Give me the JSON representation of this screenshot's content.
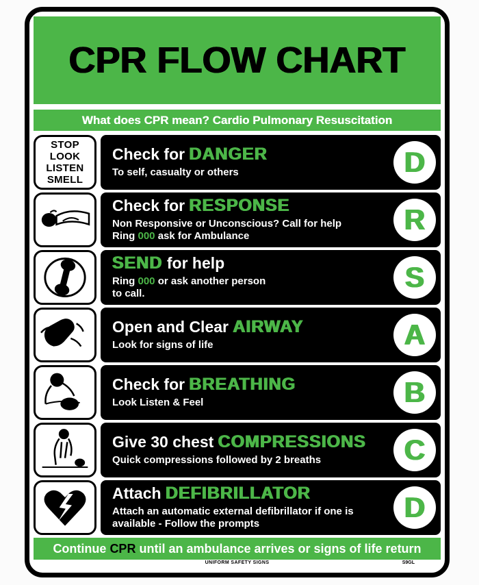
{
  "poster": {
    "title": "CPR FLOW CHART",
    "subtitle": "What does CPR mean? Cardio Pulmonary Resuscitation",
    "colors": {
      "green": "#4cb648",
      "black": "#000000",
      "white": "#ffffff"
    },
    "steps": [
      {
        "id": "danger",
        "letter": "D",
        "icon": "stop-look-listen-smell",
        "icon_lines": [
          "STOP",
          "LOOK",
          "LISTEN",
          "SMELL"
        ],
        "heading_pre": "Check for ",
        "heading_key": "DANGER",
        "heading_post": "",
        "line1_pre": "To self, casualty or others",
        "line1_green": "",
        "line1_post": "",
        "line2_pre": "",
        "line2_green": "",
        "line2_post": ""
      },
      {
        "id": "response",
        "letter": "R",
        "icon": "unconscious-person",
        "heading_pre": "Check for ",
        "heading_key": "RESPONSE",
        "heading_post": "",
        "line1_pre": "Non Responsive or Unconscious? Call for help",
        "line1_green": "",
        "line1_post": "",
        "line2_pre": "Ring ",
        "line2_green": "000",
        "line2_post": " ask for Ambulance"
      },
      {
        "id": "send",
        "letter": "S",
        "icon": "telephone",
        "heading_pre": "",
        "heading_key": "SEND",
        "heading_post": " for help",
        "line1_pre": "Ring ",
        "line1_green": "000",
        "line1_post": " or ask another person",
        "line2_pre": "to call.",
        "line2_green": "",
        "line2_post": ""
      },
      {
        "id": "airway",
        "letter": "A",
        "icon": "head-tilt-airway",
        "heading_pre": "Open and Clear ",
        "heading_key": "AIRWAY",
        "heading_post": "",
        "line1_pre": "Look for signs of life",
        "line1_green": "",
        "line1_post": "",
        "line2_pre": "",
        "line2_green": "",
        "line2_post": ""
      },
      {
        "id": "breathing",
        "letter": "B",
        "icon": "breathing-check",
        "heading_pre": "Check for ",
        "heading_key": "BREATHING",
        "heading_post": "",
        "line1_pre": "Look Listen & Feel",
        "line1_green": "",
        "line1_post": "",
        "line2_pre": "",
        "line2_green": "",
        "line2_post": ""
      },
      {
        "id": "compressions",
        "letter": "C",
        "icon": "chest-compressions",
        "heading_pre": "Give 30 chest ",
        "heading_key": "COMPRESSIONS",
        "heading_post": "",
        "line1_pre": "Quick compressions followed by 2 breaths",
        "line1_green": "",
        "line1_post": "",
        "line2_pre": "",
        "line2_green": "",
        "line2_post": ""
      },
      {
        "id": "defibrillator",
        "letter": "D",
        "icon": "defibrillator-heart",
        "heading_pre": "Attach ",
        "heading_key": "DEFIBRILLATOR",
        "heading_post": "",
        "line1_pre": "Attach an automatic external defibrillator if one is",
        "line1_green": "",
        "line1_post": "",
        "line2_pre": "available - Follow the prompts",
        "line2_green": "",
        "line2_post": ""
      }
    ],
    "footer": {
      "continue_pre": "Continue ",
      "continue_key": "CPR",
      "continue_post": " until an ambulance arrives or signs of life return",
      "brand": "UNIFORM SAFETY SIGNS",
      "code": "S9GL"
    }
  }
}
